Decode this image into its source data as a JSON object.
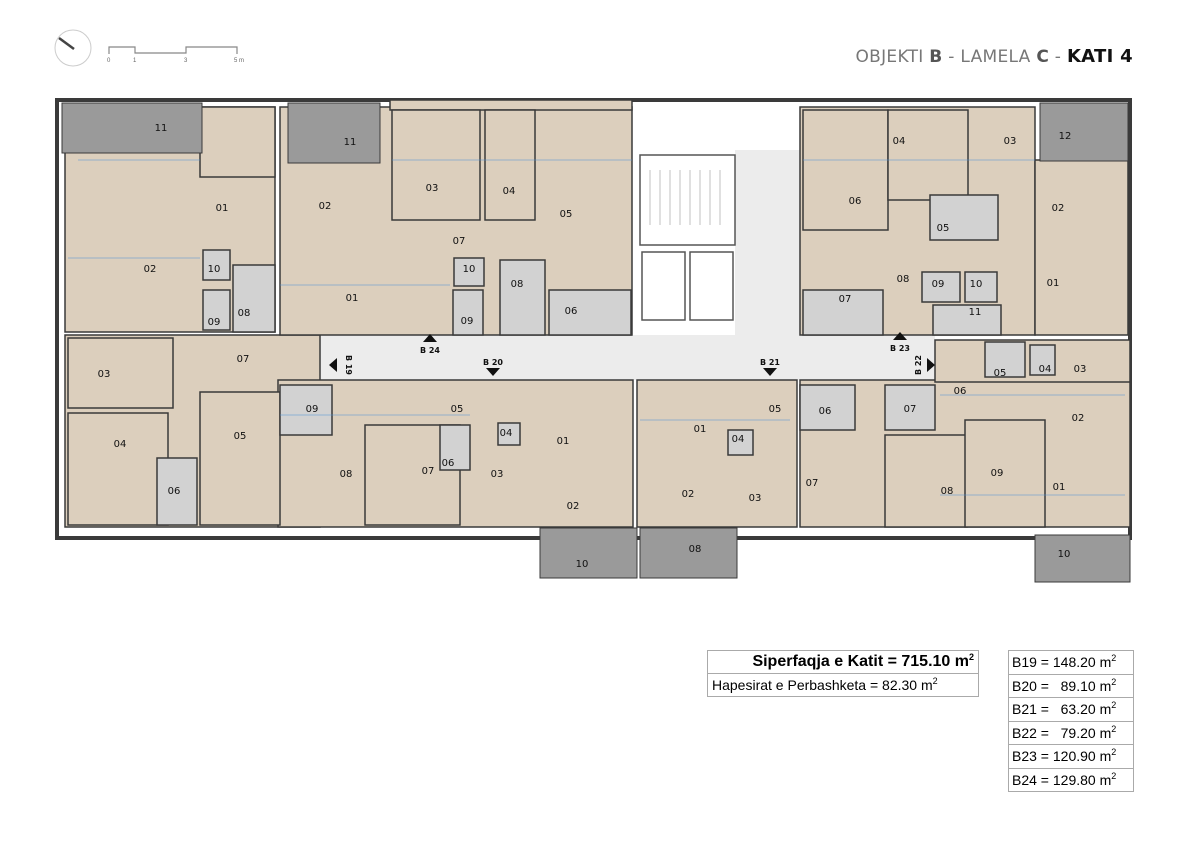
{
  "header": {
    "prefix": "OBJEKTI ",
    "obj": "B",
    "mid": " - LAMELA ",
    "lamela": "C",
    "sep": " - ",
    "floor": "KATI 4"
  },
  "scale_bar": {
    "ticks": [
      "0",
      "1",
      "3",
      "5 m"
    ]
  },
  "summary": {
    "floor_area": "Siperfaqja e Katit = 715.10 m",
    "common_area": "Hapesirat e Perbashketa  = 82.30 m",
    "sup": "2"
  },
  "units_table": [
    {
      "label": "B19 = 148.20 m"
    },
    {
      "label": "B20 =   89.10 m"
    },
    {
      "label": "B21 =   63.20 m"
    },
    {
      "label": "B22 =   79.20 m"
    },
    {
      "label": "B23 = 120.90 m"
    },
    {
      "label": "B24 = 129.80 m"
    }
  ],
  "markers": [
    "B 19",
    "B 24",
    "B 20",
    "B 21",
    "B 23",
    "B 22"
  ],
  "plan": {
    "colors": {
      "wood": "#dccfbd",
      "wet": "#d2d2d2",
      "balcony": "#9a9a9a",
      "corridor": "#ececec",
      "wall": "#3a3a3a",
      "dim": "#4a8fd6"
    },
    "rooms": {
      "B19": [
        "11",
        "01",
        "02",
        "10",
        "09",
        "08",
        "07",
        "03",
        "04",
        "06",
        "05"
      ],
      "B20": [
        "09",
        "05",
        "08",
        "07",
        "06",
        "04",
        "03",
        "01",
        "02",
        "10"
      ],
      "B24": [
        "11",
        "02",
        "01",
        "03",
        "04",
        "05",
        "07",
        "10",
        "08",
        "09",
        "06"
      ],
      "B23": [
        "12",
        "06",
        "04",
        "03",
        "02",
        "05",
        "01",
        "08",
        "07",
        "09",
        "10",
        "11"
      ],
      "B21": [
        "01",
        "05",
        "04",
        "02",
        "03",
        "06",
        "07",
        "08"
      ],
      "B22": [
        "06",
        "05",
        "04",
        "03",
        "02",
        "07",
        "08",
        "09",
        "01",
        "10"
      ]
    }
  }
}
